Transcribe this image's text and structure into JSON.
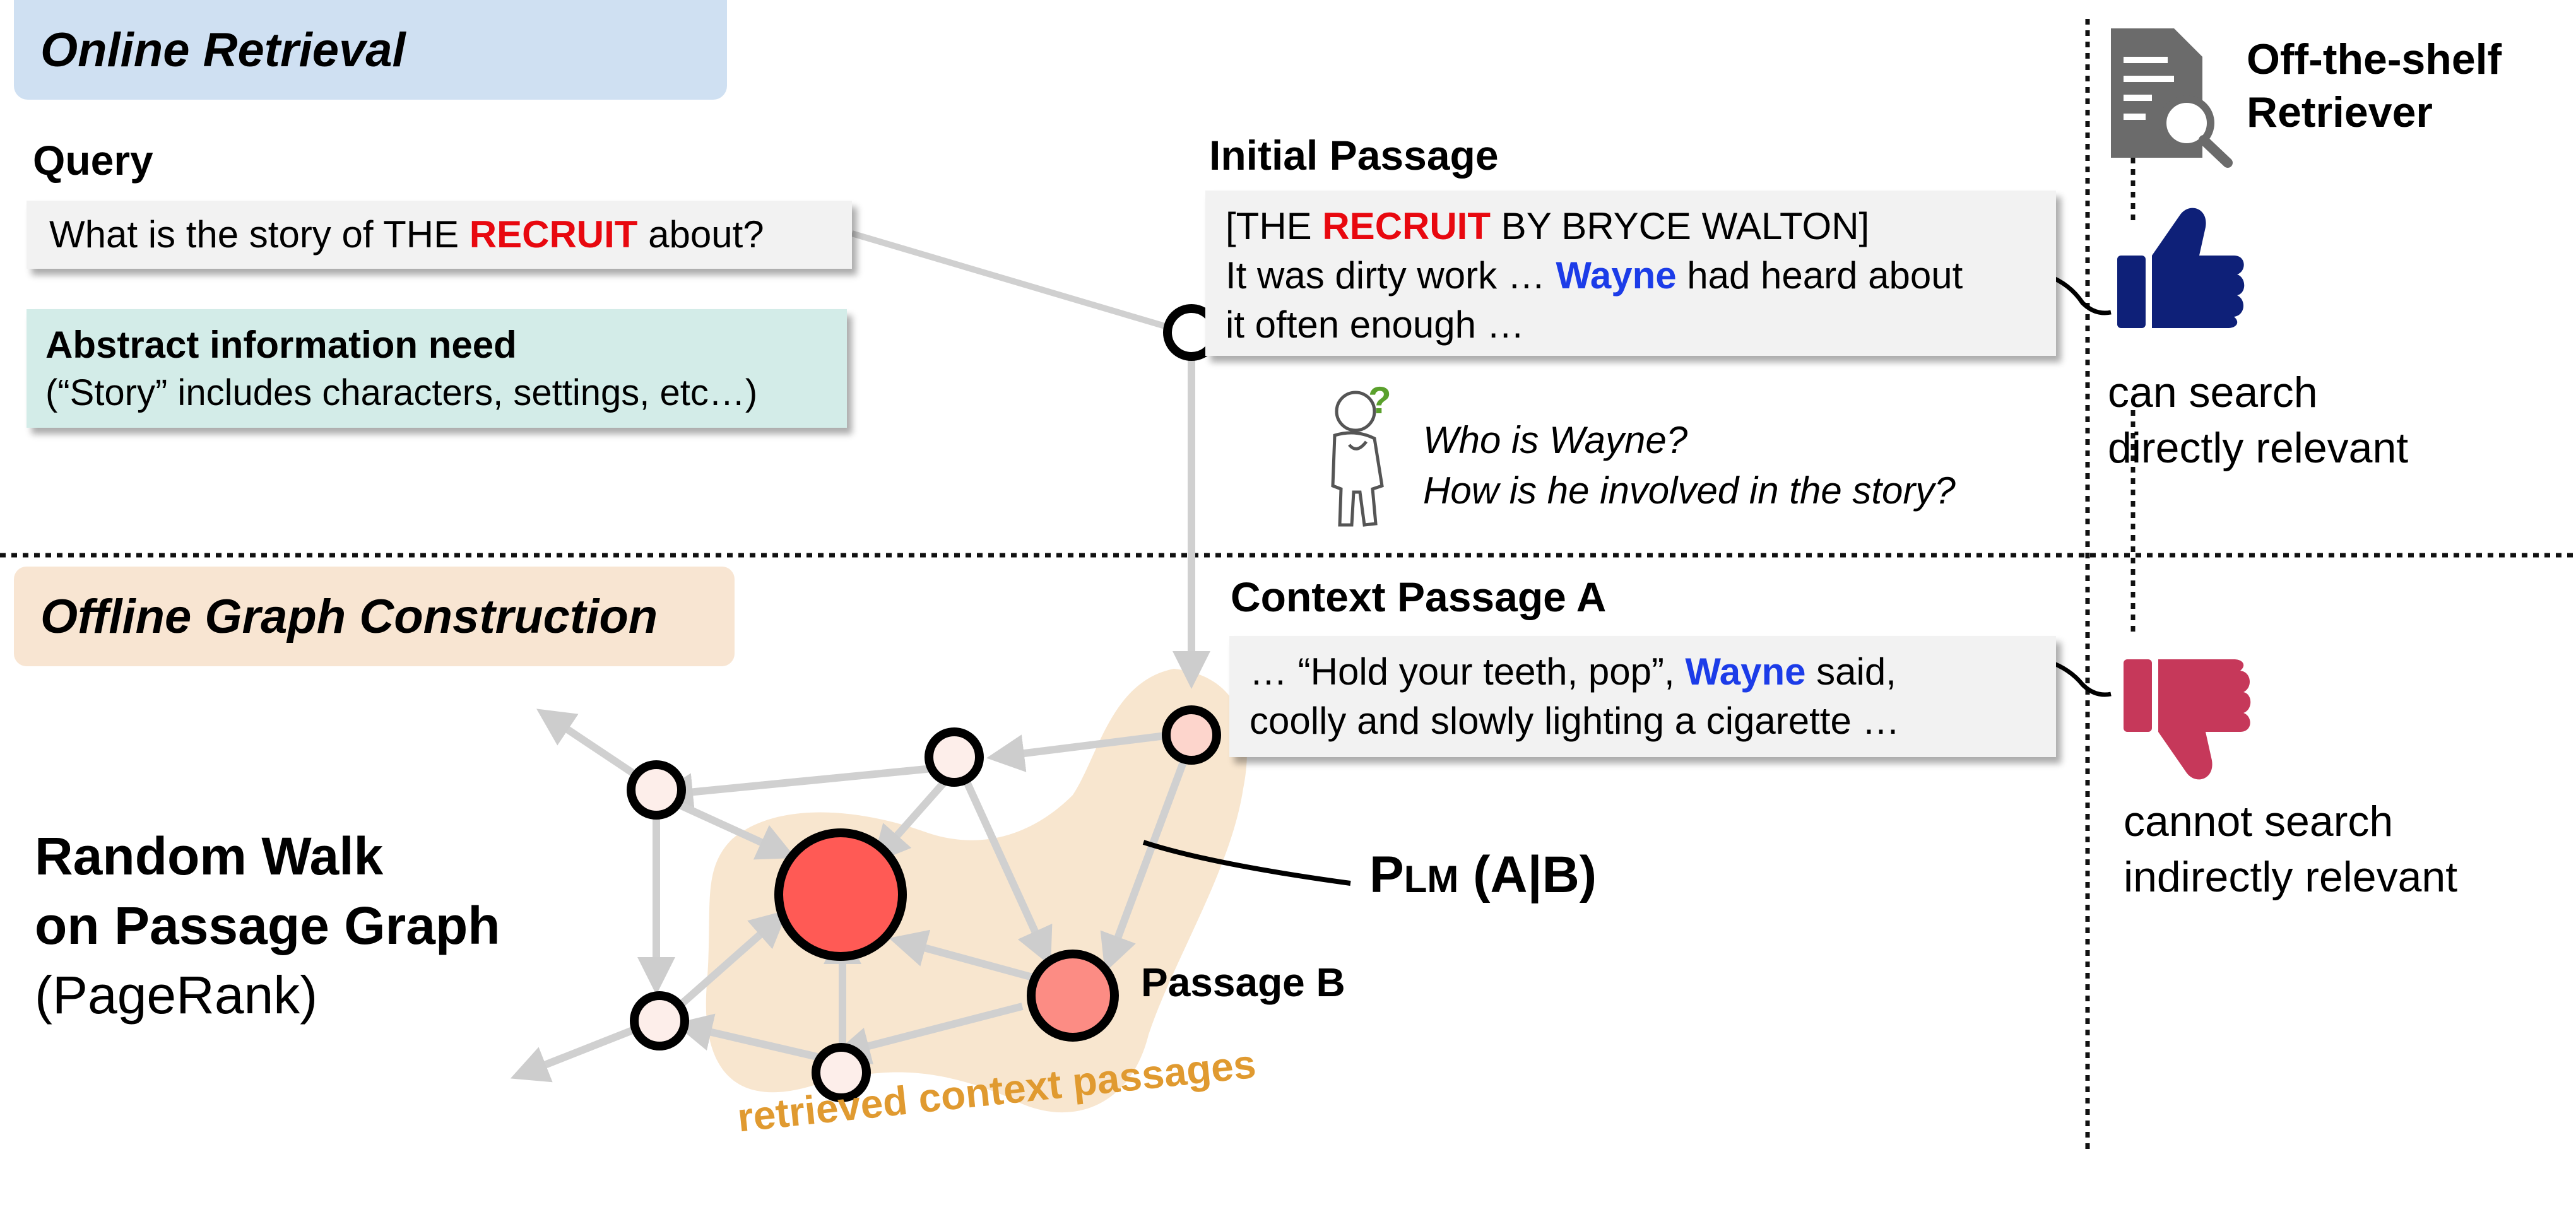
{
  "online": {
    "title": "Online Retrieval"
  },
  "offline": {
    "title": "Offline Graph Construction"
  },
  "query": {
    "label": "Query",
    "text_before": "What is the story of THE ",
    "text_highlight": "RECRUIT",
    "text_after": " about?"
  },
  "abstract": {
    "title": "Abstract information need",
    "text": "(“Story” includes characters, settings, etc…)"
  },
  "initial_passage": {
    "label": "Initial Passage",
    "line1_before": "[THE ",
    "line1_highlight": "RECRUIT",
    "line1_after": " BY BRYCE WALTON]",
    "line2_before": "It was dirty work … ",
    "line2_highlight": "Wayne",
    "line2_after": " had heard about",
    "line3": "it often enough …"
  },
  "questions": {
    "q1": "Who is Wayne?",
    "q2": "How is he involved in the story?",
    "mark": "?"
  },
  "context_passage": {
    "label": "Context Passage A",
    "line1_before": "… “Hold your teeth, pop”, ",
    "line1_highlight": "Wayne",
    "line1_after": " said,",
    "line2": "coolly and slowly lighting a cigarette …"
  },
  "random_walk": {
    "line1": "Random Walk",
    "line2": "on Passage Graph",
    "line3": "(PageRank)"
  },
  "plm": {
    "main": "P",
    "sub": "LM",
    "rest": " (A|B)"
  },
  "passage_b": {
    "label": "Passage B"
  },
  "retrieved": {
    "label": "retrieved context passages"
  },
  "retriever": {
    "line1": "Off-the-shelf",
    "line2": "Retriever",
    "positive_line1": "can search",
    "positive_line2": "directly relevant",
    "negative_line1": "cannot search",
    "negative_line2": "indirectly relevant"
  },
  "icons": {
    "retriever": "document-search-icon",
    "positive": "thumbs-up-icon",
    "negative": "thumbs-down-icon",
    "person": "thinking-person-icon"
  },
  "colors": {
    "online_bg": "#cfe0f2",
    "offline_bg": "#f8e5d2",
    "abstract_bg": "#d3ece8",
    "highlight_red": "#e8080f",
    "highlight_blue": "#1c3ce8",
    "thumb_up": "#0e2078",
    "thumb_down": "#c6385a",
    "node_big": "#ff5a55",
    "node_b": "#fc8c84",
    "node_small": "#fdeeea",
    "retrieved_text": "#e09a30",
    "blob": "#f8e6cf"
  }
}
